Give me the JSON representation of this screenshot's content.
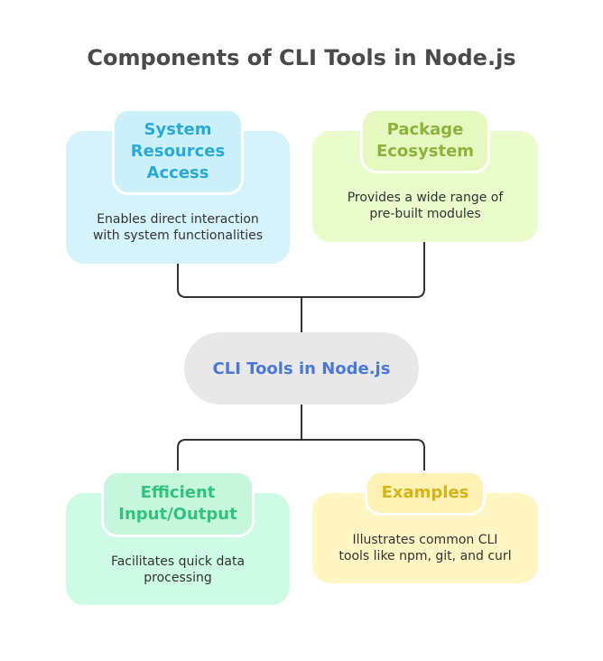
{
  "title": "Components of CLI Tools in Node.js",
  "center": {
    "label": "CLI Tools in Node.js"
  },
  "nodes": {
    "system": {
      "title": "System\nResources\nAccess",
      "description": "Enables direct interaction\nwith system functionalities",
      "color": "#29a9d6",
      "bg": "#d4f3fb",
      "head_bg": "#ccf0fa"
    },
    "package": {
      "title": "Package\nEcosystem",
      "description": "Provides a wide range of\npre-built modules",
      "color": "#8db23a",
      "bg": "#eafccc",
      "head_bg": "#e4f8c0"
    },
    "io": {
      "title": "Efficient\nInput/Output",
      "description": "Facilitates quick data\nprocessing",
      "color": "#2fc37b",
      "bg": "#cdfbe5",
      "head_bg": "#c6f7dd"
    },
    "examples": {
      "title": "Examples",
      "description": "Illustrates common CLI\ntools like npm, git, and curl",
      "color": "#d4b416",
      "bg": "#fff6c4",
      "head_bg": "#fff1b4"
    }
  }
}
